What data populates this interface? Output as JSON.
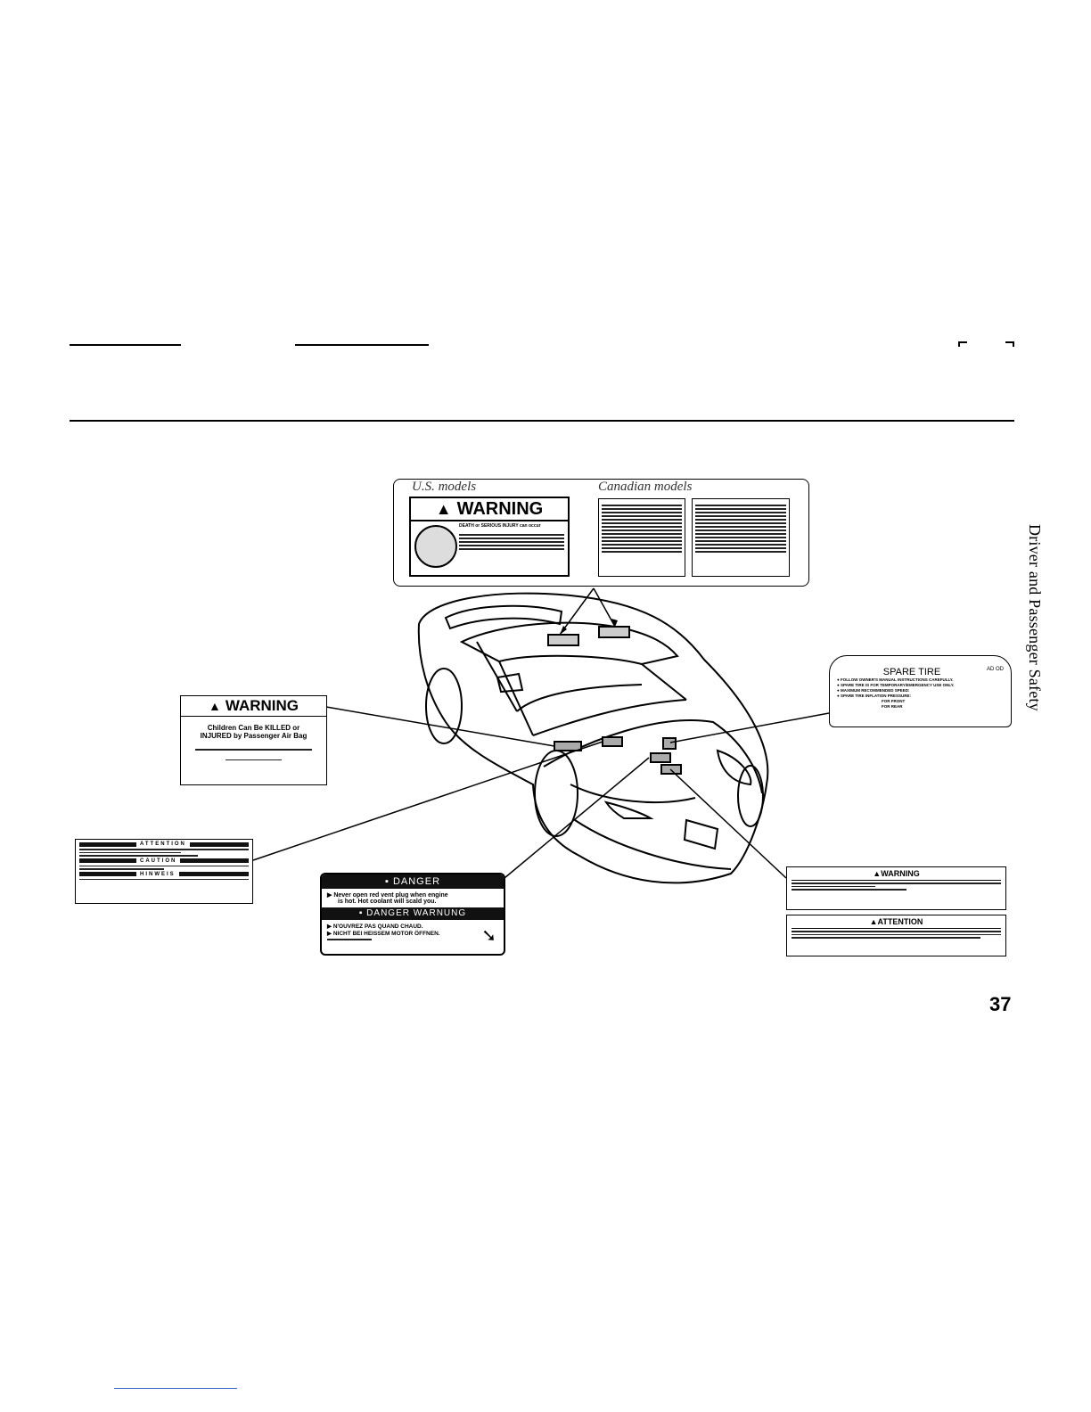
{
  "page": {
    "side_title": "Driver and Passenger Safety",
    "page_number": "37"
  },
  "top_label": {
    "us_caption": "U.S. models",
    "canadian_caption": "Canadian models",
    "us_warning_title": "WARNING",
    "us_warning_line1": "DEATH or SERIOUS INJURY can occur"
  },
  "passenger_label": {
    "title": "WARNING",
    "line1": "Children Can Be KILLED or",
    "line2": "INJURED by Passenger Air Bag"
  },
  "attention_label": {
    "attention": "ATTENTION",
    "caution": "CAUTION",
    "hinweis": "HINWEIS"
  },
  "danger_label": {
    "danger": "DANGER",
    "line1": "Never open red vent plug when engine",
    "line2": "is hot. Hot coolant will scald you.",
    "danger_warnung": "DANGER WARNUNG",
    "fr_line": "N'OUVREZ PAS QUAND CHAUD.",
    "de_line": "NICHT BEI HEISSEM MOTOR ÖFFNEN."
  },
  "spare_tire_label": {
    "title": "SPARE TIRE",
    "code": "AD OD",
    "line1": "FOLLOW OWNER'S MANUAL INSTRUCTIONS CAREFULLY.",
    "line2": "SPARE TIRE IS FOR TEMPORARY/EMERGENCY USE ONLY.",
    "line3": "MAXIMUM RECOMMENDED SPEED:",
    "line4": "SPARE TIRE INFLATION PRESSURE:",
    "front": "FOR FRONT",
    "rear": "FOR REAR"
  },
  "airbag_warning_label": {
    "title": "WARNING",
    "attention_title": "ATTENTION"
  }
}
